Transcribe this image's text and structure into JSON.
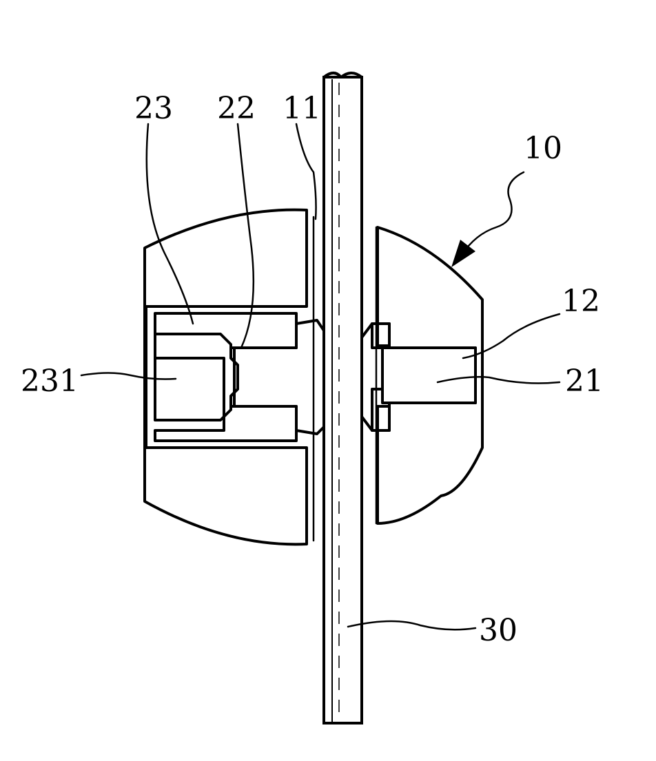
{
  "labels": {
    "ref_23": "23",
    "ref_22": "22",
    "ref_11": "11",
    "ref_10": "10",
    "ref_12": "12",
    "ref_231": "231",
    "ref_21": "21",
    "ref_30": "30"
  }
}
